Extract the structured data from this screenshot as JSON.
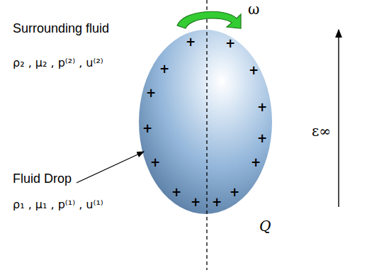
{
  "diagram": {
    "labels": [
      "Surrounding fluid",
      "ρ₂ , μ₂ , p⁽²⁾ , u⁽²⁾",
      "Fluid Drop",
      "ρ₁ , μ₁ , p⁽¹⁾ , u⁽¹⁾",
      "ω",
      "ε∞",
      "Q",
      "+",
      "+",
      "+",
      "+",
      "+",
      "+",
      "+",
      "+",
      "+",
      "+",
      "+",
      "+",
      "+",
      "+"
    ]
  }
}
